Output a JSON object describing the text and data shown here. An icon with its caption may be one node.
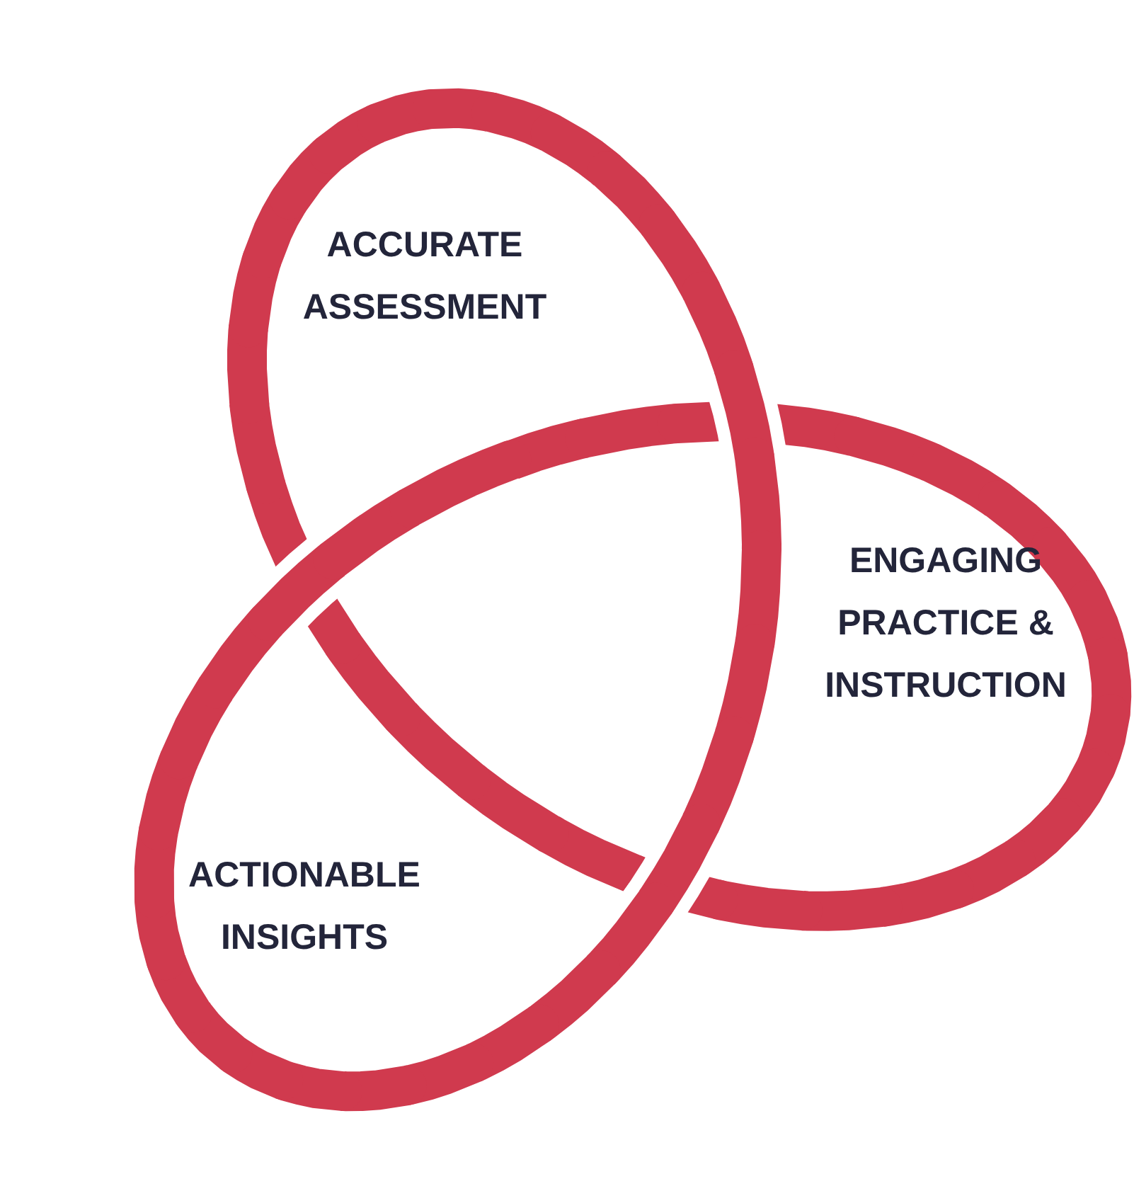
{
  "diagram": {
    "nodes": [
      {
        "text": [
          "ACCURATE ASSESSMENT"
        ]
      },
      {
        "text": [
          "ENGAGING PRACTICE & INSTRUCTION"
        ]
      },
      {
        "text": [
          "ACTIONABLE INSIGHTS"
        ]
      }
    ]
  }
}
